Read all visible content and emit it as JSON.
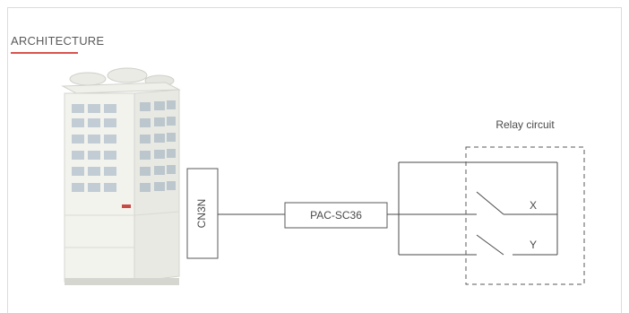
{
  "header": {
    "title": "ARCHITECTURE",
    "accent_color": "#d9534f"
  },
  "diagram": {
    "unit_image": "outdoor-unit-icon",
    "connector_label": "CN3N",
    "adapter_label": "PAC-SC36",
    "relay_label": "Relay circuit",
    "relay_outputs": [
      "X",
      "Y"
    ]
  }
}
